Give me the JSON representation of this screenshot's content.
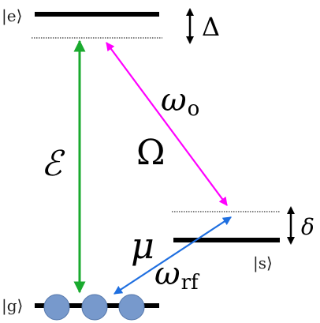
{
  "levels": {
    "excited": {
      "ket": "|e⟩"
    },
    "storage": {
      "ket": "|s⟩"
    },
    "ground": {
      "ket": "|g⟩"
    }
  },
  "detunings": {
    "upper": "Δ",
    "lower": "δ"
  },
  "couplings": {
    "probe_field": "ℰ",
    "control_rabi": "Ω",
    "optical_frequency": "ω",
    "optical_subscript": "o",
    "dipole": "μ",
    "rf_frequency": "ω",
    "rf_subscript": "rf"
  },
  "colors": {
    "level_line": "#000000",
    "probe_arrow": "#1aaa2e",
    "control_arrow": "#ff00ff",
    "rf_arrow": "#1f6fe0",
    "atom_fill": "#7799cc",
    "atom_stroke": "#5577aa",
    "detuning_arrow": "#000000"
  },
  "atoms_shown": 3
}
